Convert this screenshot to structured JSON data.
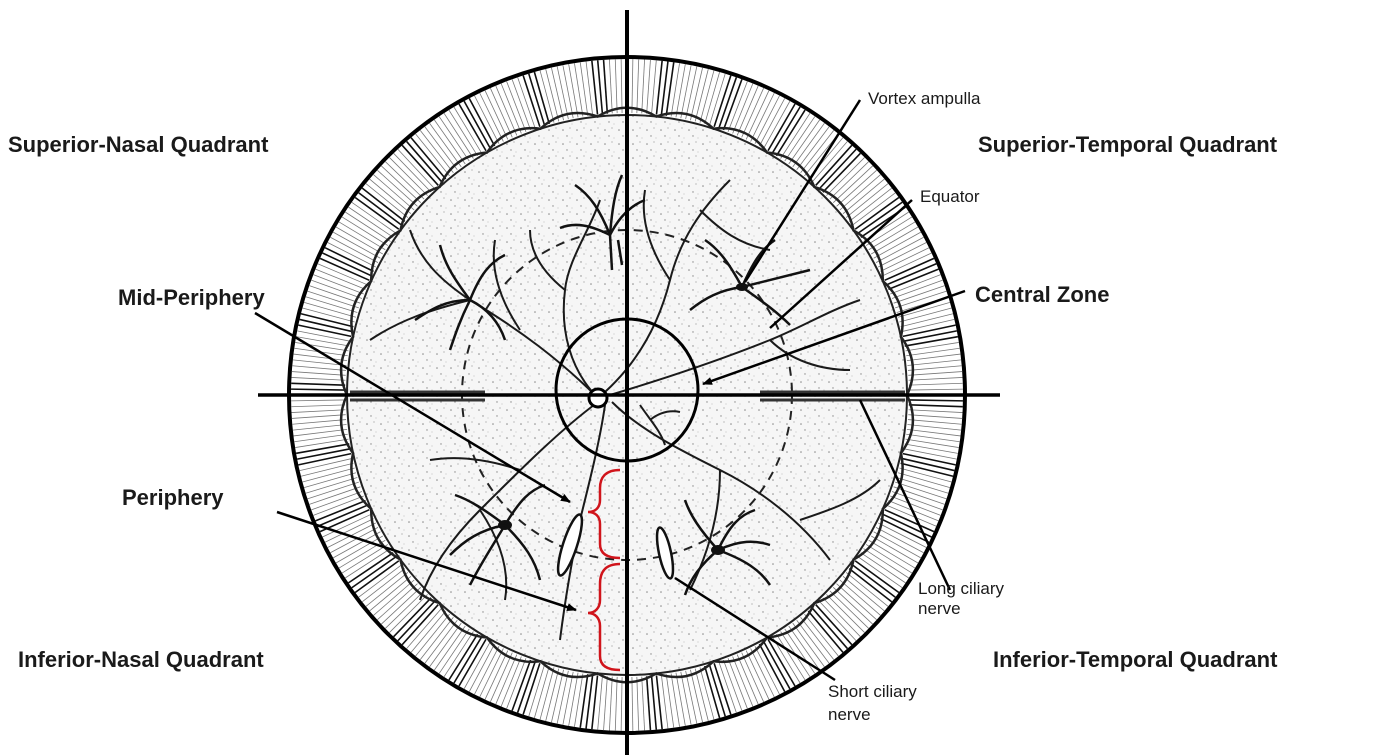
{
  "quadrants": {
    "superior_nasal": "Superior-Nasal Quadrant",
    "superior_temporal": "Superior-Temporal Quadrant",
    "inferior_nasal": "Inferior-Nasal Quadrant",
    "inferior_temporal": "Inferior-Temporal Quadrant"
  },
  "zones": {
    "mid_periphery": "Mid-Periphery",
    "periphery": "Periphery",
    "central_zone": "Central Zone"
  },
  "anatomy": {
    "vortex_ampulla": "Vortex ampulla",
    "equator": "Equator",
    "long_ciliary_line1": "Long ciliary",
    "long_ciliary_line2": "nerve",
    "short_ciliary_line1": "Short ciliary",
    "short_ciliary_line2": "nerve"
  },
  "colors": {
    "line": "#000000",
    "bracket": "#d0141b",
    "fundus_fill": "#f4f4f4",
    "ora_band": "#2a2a2a"
  }
}
